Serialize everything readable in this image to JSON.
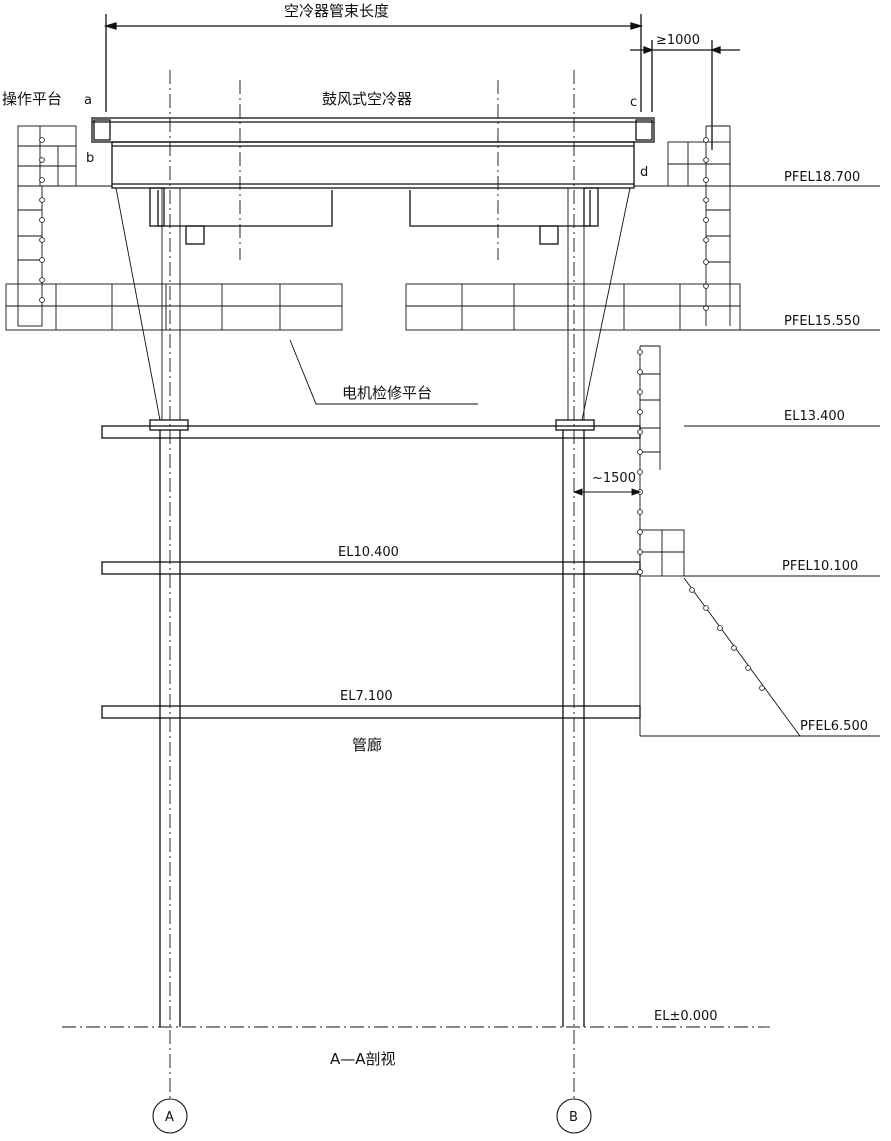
{
  "labels": {
    "bundle_length": "空冷器管束长度",
    "clearance": "≥1000",
    "operation_platform": "操作平台",
    "cooler": "鼓风式空冷器",
    "a": "a",
    "b": "b",
    "c": "c",
    "d": "d",
    "motor_platform": "电机检修平台",
    "offset": "~1500",
    "pipe_rack": "管廊",
    "section": "A—A剖视",
    "axis_a": "A",
    "axis_b": "B"
  },
  "elevations": {
    "pfel_18700": "PFEL18.700",
    "pfel_15550": "PFEL15.550",
    "el_13400": "EL13.400",
    "el_10400": "EL10.400",
    "pfel_10100": "PFEL10.100",
    "el_7100": "EL7.100",
    "pfel_6500": "PFEL6.500",
    "el_0000": "EL±0.000"
  },
  "colors": {
    "line": "#111111",
    "background": "#ffffff"
  }
}
